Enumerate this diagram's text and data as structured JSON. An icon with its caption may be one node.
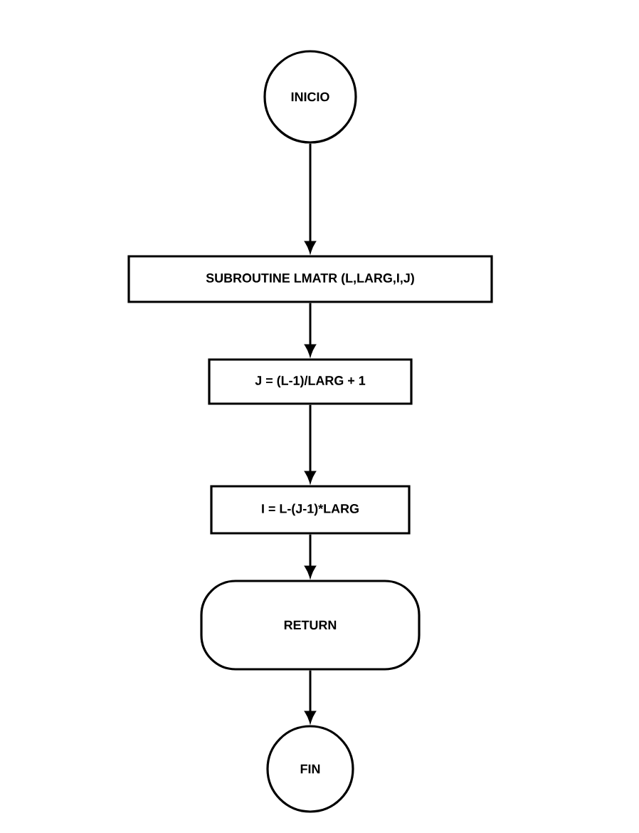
{
  "diagram": {
    "nodes": [
      {
        "text": [
          "INICIO"
        ]
      },
      {
        "text": [
          "SUBROUTINE LMATR (L,LARG,I,J)"
        ]
      },
      {
        "text": [
          "J = (L-1)/LARG + 1"
        ]
      },
      {
        "text": [
          "I = L-(J-1)*LARG"
        ]
      },
      {
        "text": [
          "RETURN"
        ]
      },
      {
        "text": [
          "FIN"
        ]
      }
    ],
    "edges": [
      {
        "from": 0,
        "to": 1,
        "arrow": "to"
      },
      {
        "from": 1,
        "to": 2,
        "arrow": "to"
      },
      {
        "from": 2,
        "to": 3,
        "arrow": "to"
      },
      {
        "from": 3,
        "to": 4,
        "arrow": "to"
      },
      {
        "from": 4,
        "to": 5,
        "arrow": "to"
      }
    ]
  }
}
